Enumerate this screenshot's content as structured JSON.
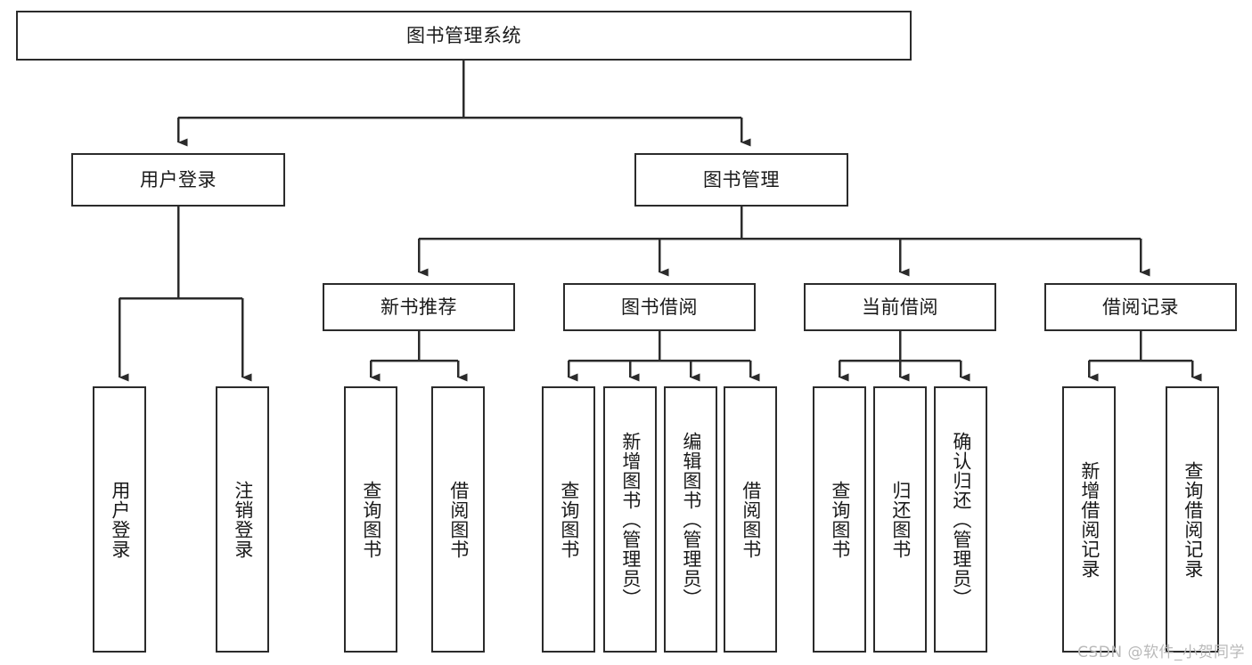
{
  "diagram": {
    "title": "图书管理系统",
    "type": "tree-hierarchy",
    "root": {
      "label": "图书管理系统"
    },
    "level1": [
      {
        "label": "用户登录"
      },
      {
        "label": "图书管理"
      }
    ],
    "level2": [
      {
        "label": "新书推荐",
        "parent": "图书管理"
      },
      {
        "label": "图书借阅",
        "parent": "图书管理"
      },
      {
        "label": "当前借阅",
        "parent": "图书管理"
      },
      {
        "label": "借阅记录",
        "parent": "图书管理"
      }
    ],
    "leaves": {
      "user_login": [
        {
          "label": "用户登录"
        },
        {
          "label": "注销登录"
        }
      ],
      "new_book_recommend": [
        {
          "label": "查询图书"
        },
        {
          "label": "借阅图书"
        }
      ],
      "book_borrow": [
        {
          "label": "查询图书"
        },
        {
          "label": "新增图书（管理员）"
        },
        {
          "label": "编辑图书（管理员）"
        },
        {
          "label": "借阅图书"
        }
      ],
      "current_borrow": [
        {
          "label": "查询图书"
        },
        {
          "label": "归还图书"
        },
        {
          "label": "确认归还（管理员）"
        }
      ],
      "borrow_record": [
        {
          "label": "新增借阅记录"
        },
        {
          "label": "查询借阅记录"
        }
      ]
    }
  },
  "watermark": {
    "text": "CSDN @软件_小贺同学"
  },
  "colors": {
    "box_border": "#2b2b2b",
    "box_fill": "#ffffff",
    "edge": "#2b2b2b",
    "text": "#1a1a1a",
    "watermark": "#b9b9b9",
    "canvas": "#ffffff"
  }
}
